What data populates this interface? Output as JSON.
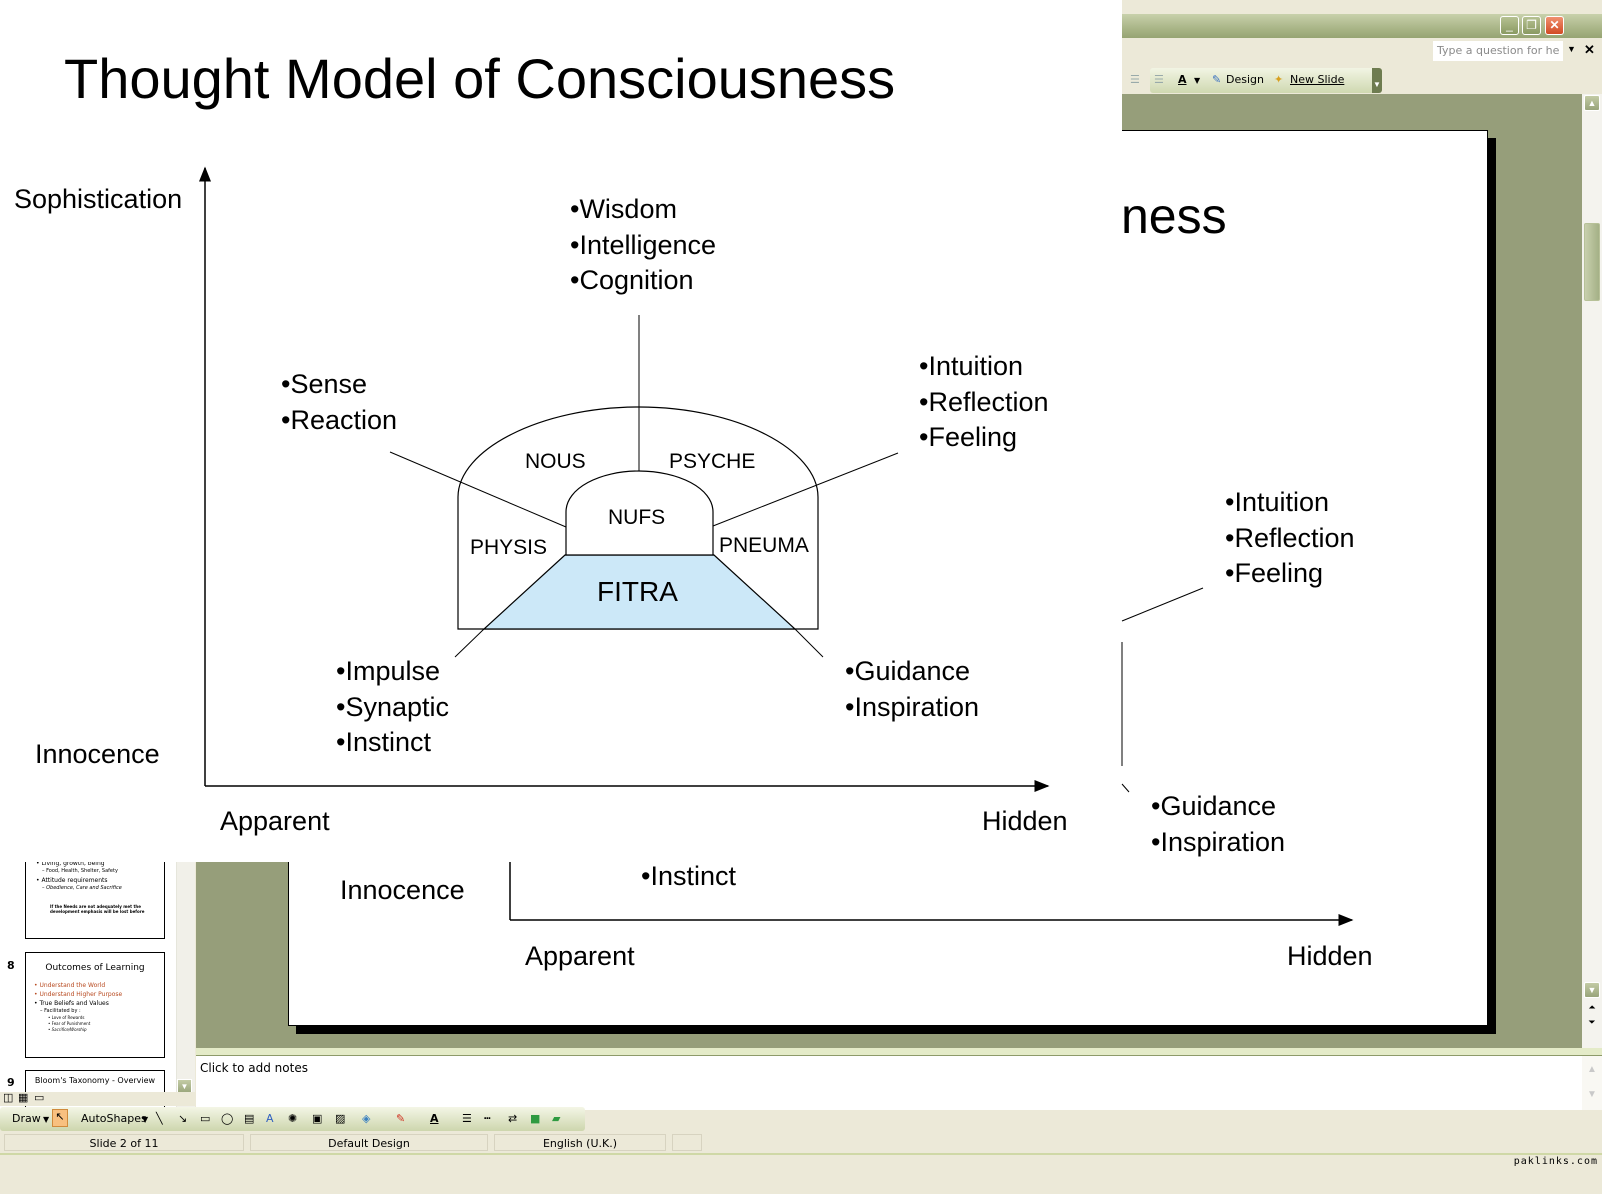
{
  "window": {
    "help_placeholder": "Type a question for he",
    "minimize_glyph": "_",
    "maximize_glyph": "❐",
    "close_glyph": "✕"
  },
  "formatting_toolbar": {
    "design_label": "Design",
    "new_slide_label": "New Slide"
  },
  "slide_pane": {
    "partial_title": "ness",
    "bullets_right": [
      "Intuition",
      "Reflection",
      "Feeling"
    ],
    "bullets_bottom_right": [
      "Guidance",
      "Inspiration"
    ],
    "bullets_bottom_left": [
      "Instinct"
    ],
    "axis_y_bottom": "Innocence",
    "axis_x_left": "Apparent",
    "axis_x_right": "Hidden"
  },
  "thumbnails": [
    {
      "number": "",
      "lines": [
        "• Living, growth, being",
        "– Food, Health, Shelter, Safety",
        "• Attitude requirements",
        "– Obedience, Care and Sacrifice",
        "",
        "If the Needs are not adequately met the",
        "development emphasis will be lost before"
      ]
    },
    {
      "number": "8",
      "title": "Outcomes of Learning",
      "lines": [
        "• Understand the World",
        "• Understand Higher Purpose",
        "• True Beliefs and Values",
        "– Facilitated by :",
        "• Love of Rewards",
        "• Fear of Punishment",
        "• Sacrifice/Worship"
      ],
      "red_lines": [
        0,
        1
      ]
    },
    {
      "number": "9",
      "title": "Bloom's Taxonomy - Overview"
    }
  ],
  "notes": {
    "placeholder": "Click to add notes"
  },
  "drawing_toolbar": {
    "draw_label": "Draw",
    "autoshapes_label": "AutoShapes"
  },
  "status_bar": {
    "slide_indicator": "Slide 2 of 11",
    "design_name": "Default Design",
    "language": "English (U.K.)"
  },
  "watermark": "paklinks.com",
  "slide": {
    "title": "Thought Model of Consciousness",
    "axis_y_top": "Sophistication",
    "axis_y_bottom": "Innocence",
    "axis_x_left": "Apparent",
    "axis_x_right": "Hidden",
    "bullets_top": [
      "Wisdom",
      "Intelligence",
      "Cognition"
    ],
    "bullets_left": [
      "Sense",
      "Reaction"
    ],
    "bullets_right": [
      "Intuition",
      "Reflection",
      "Feeling"
    ],
    "bullets_bottom_left": [
      "Impulse",
      "Synaptic",
      "Instinct"
    ],
    "bullets_bottom_right": [
      "Guidance",
      "Inspiration"
    ],
    "regions": {
      "nous": "NOUS",
      "psyche": "PSYCHE",
      "nufs": "NUFS",
      "physis": "PHYSIS",
      "pneuma": "PNEUMA",
      "fitra": "FITRA"
    },
    "fitra_fill": "#cce8f8"
  }
}
